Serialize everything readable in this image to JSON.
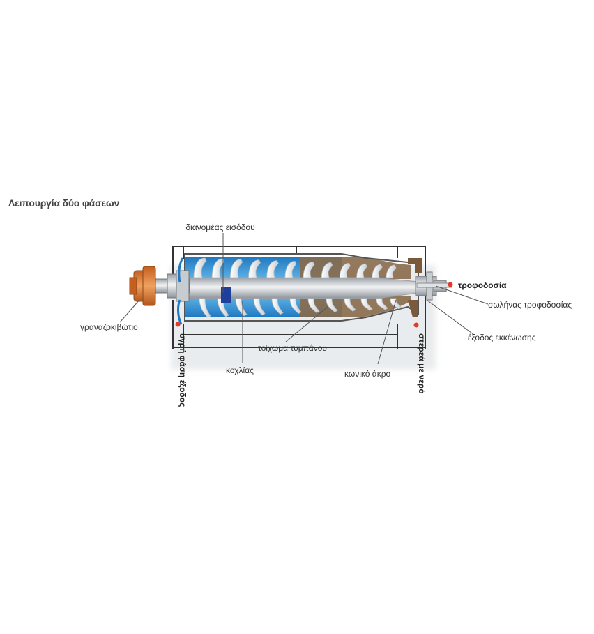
{
  "title": "Λειπουργία δύο φάσεων",
  "labels": {
    "inlet_distributor": "διανομέας εισόδου",
    "gearbox": "γραναζοκιβώτιο",
    "feed": "τροφοδοσία",
    "feed_tube": "σωλήνας τροφοδοσίας",
    "discharge_outlet": "έξοδος εκκένωσης",
    "bowl_wall": "τοίχωμα τυμπάνου",
    "scroll": "κοχλίας",
    "conical_end": "κωνικό άκρο",
    "liquid_phase": "υγρή φάση έξοδος",
    "solids": "στερεά με νερό"
  },
  "colors": {
    "liquid": "#2f8fd0",
    "solids": "#8a6a4a",
    "frame": "#333333",
    "gearbox": "#e07a2e",
    "marker": "#e23a2a",
    "distributor": "#1f3f9a"
  }
}
